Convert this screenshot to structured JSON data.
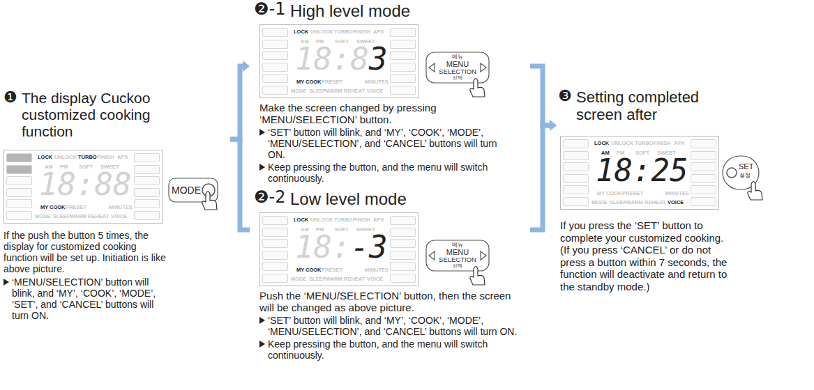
{
  "diagram": {
    "nodes": [
      {
        "text": [
          "❶",
          "The display Cuckoo customized cooking function",
          "If the push the button 5 times, the display for customized cooking function will be set up. Initiation is like above picture.",
          "‘MENU/SELECTION’ button will blink, and ‘MY’, ‘COOK’, ‘MODE’, ‘SET’, and ‘CANCEL’ buttons will turn ON."
        ]
      },
      {
        "text": [
          "LOCK",
          "UNLOCK",
          "TURBO",
          "FINISH",
          "APX",
          "AM",
          "PM",
          "SOFT",
          "SWEET",
          "MY",
          "COOK",
          "PRESET",
          "MINUTES",
          "MODE",
          "SLEEP",
          "WARM",
          "REHEAT",
          "VOICE",
          "18:88"
        ],
        "in": 0
      },
      {
        "text": [
          "MODE"
        ],
        "in": 0
      },
      {
        "text": [
          "❷-1",
          "High level mode",
          "Make the screen changed by pressing ‘MENU/SELECTION’ button.",
          "‘SET’ button will blink, and ‘MY’, ‘COOK’, ‘MODE’, ‘MENU/SELECTION’, and ‘CANCEL’ buttons will turn ON.",
          "Keep pressing the button, and the menu will switch continuously."
        ]
      },
      {
        "text": [
          "LOCK",
          "UNLOCK",
          "TURBO",
          "FINISH",
          "APX",
          "AM",
          "PM",
          "SOFT",
          "SWEET",
          "MY",
          "COOK",
          "PRESET",
          "MINUTES",
          "MODE",
          "SLEEP",
          "WARM",
          "REHEAT",
          "VOICE",
          "18:8",
          "3"
        ],
        "in": 3
      },
      {
        "text": [
          "메뉴",
          "MENU",
          "SELECTION",
          "선택"
        ],
        "in": 3
      },
      {
        "text": [
          "❷-2",
          "Low level mode",
          "Push the ‘MENU/SELECTION’ button, then the screen will be changed as above picture.",
          "‘SET’ button will blink, and ‘MY’, ‘COOK’, ‘MODE’, ‘MENU/SELECTION’, and ‘CANCEL’ buttons will turn ON.",
          "Keep pressing the button, and the menu will switch continuously."
        ]
      },
      {
        "text": [
          "LOCK",
          "UNLOCK",
          "TURBO",
          "FINISH",
          "APX",
          "AM",
          "PM",
          "SOFT",
          "SWEET",
          "MY",
          "COOK",
          "PRESET",
          "MINUTES",
          "MODE",
          "SLEEP",
          "WARM",
          "REHEAT",
          "VOICE",
          "18:",
          "-3"
        ],
        "in": 6
      },
      {
        "text": [
          "메뉴",
          "MENU",
          "SELECTION",
          "선택"
        ],
        "in": 6
      },
      {
        "text": [
          "❸",
          "Setting completed screen after",
          "If you press the ‘SET’ button to complete your customized cooking. (If you press ‘CANCEL’ or do not press a button within 7 seconds, the function will deactivate and return to the standby mode.)"
        ]
      },
      {
        "text": [
          "LOCK",
          "UNLOCK",
          "TURBO",
          "FINISH",
          "APX",
          "AM",
          "PM",
          "SOFT",
          "SWEET",
          "MY",
          "COOK",
          "PRESET",
          "MINUTES",
          "MODE",
          "SLEEP",
          "WARM",
          "REHEAT",
          "VOICE",
          "18:25"
        ],
        "in": 9
      },
      {
        "text": [
          "SET",
          "설정"
        ],
        "in": 9
      }
    ],
    "edges": [
      {
        "from": 0,
        "to": 3,
        "arrow": "to"
      },
      {
        "from": 0,
        "to": 6,
        "arrow": "none"
      },
      {
        "from": 3,
        "to": 9,
        "arrow": "to"
      },
      {
        "from": 6,
        "to": 9,
        "arrow": "to"
      }
    ]
  }
}
